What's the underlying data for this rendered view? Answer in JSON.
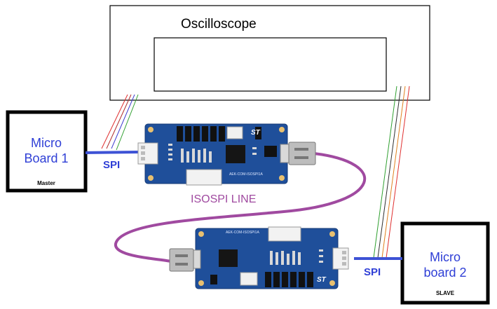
{
  "oscilloscope": {
    "label": "Oscilloscope"
  },
  "micro_board_1": {
    "line1": "Micro",
    "line2": "Board 1",
    "role": "Master"
  },
  "micro_board_2": {
    "line1": "Micro",
    "line2": "board 2",
    "role": "SLAVE"
  },
  "spi_label_1": "SPI",
  "spi_label_2": "SPI",
  "isospi_label": "ISOSPI LINE",
  "board_1_part": "AEK-COM-ISOSPI1A",
  "board_2_part": "AEK-COM-ISOSPI1A",
  "colors": {
    "micro_text": "#2f3fd6",
    "spi_line": "#3d52d5",
    "isospi_cable": "#a04aa0",
    "board_blue": "#1f4f9a",
    "probe_wires": [
      "#e03030",
      "#b03030",
      "#4040d0",
      "#30a030",
      "#e08020"
    ]
  }
}
